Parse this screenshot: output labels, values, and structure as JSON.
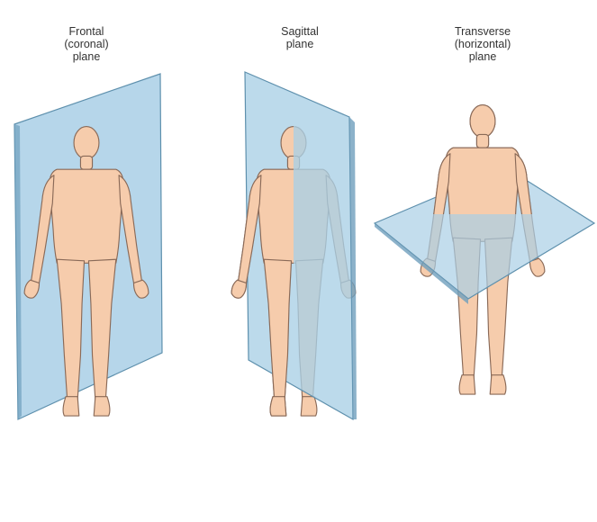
{
  "labels": {
    "frontal": [
      "Frontal",
      "(coronal)",
      "plane"
    ],
    "sagittal": [
      "Sagittal",
      "plane"
    ],
    "transverse": [
      "Transverse",
      "(horizontal)",
      "plane"
    ]
  },
  "colors": {
    "plane_fill": "#a9cfe6",
    "plane_edge": "#5e90ad",
    "skin": "#f6ccac",
    "skin_outline": "#8a6a58",
    "background": "#ffffff"
  }
}
